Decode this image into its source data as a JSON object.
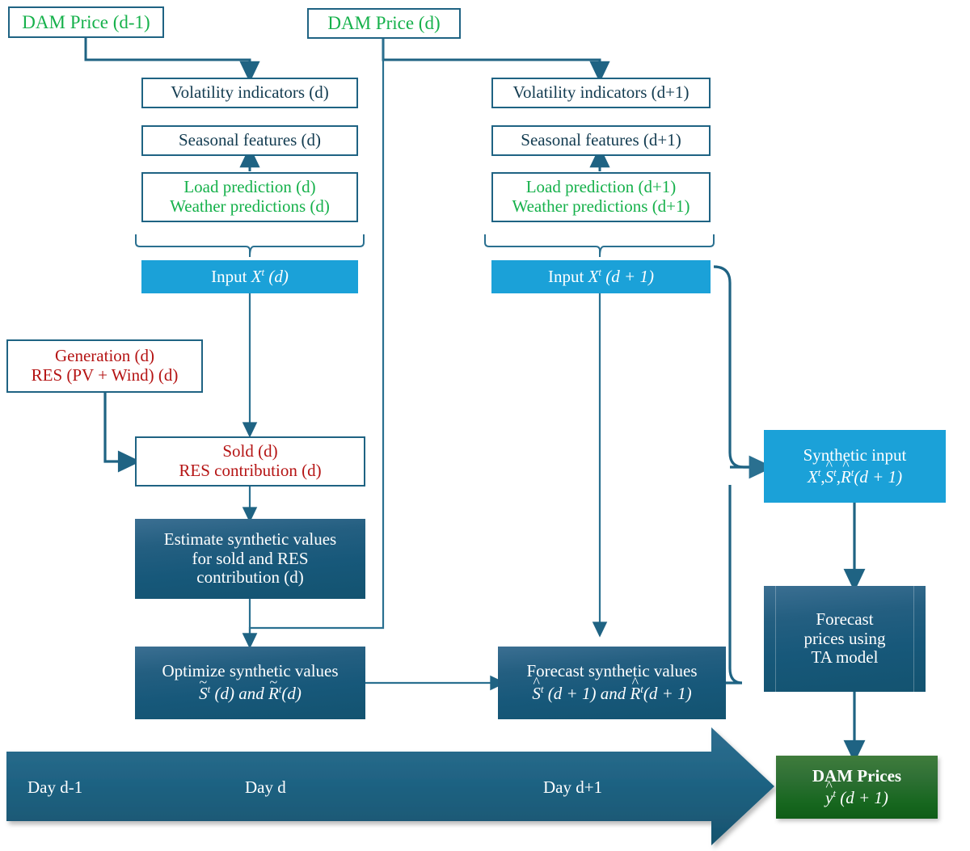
{
  "title": "DAM price forecasting pipeline with synthetic inputs",
  "colors": {
    "teal_border": "#1F6383",
    "cyan_fill": "#1BA1D8",
    "dark_fill": "#17587A",
    "green_text": "#16B14B",
    "red_text": "#B51414",
    "green_box": "#17671F",
    "arrow": "#1F6383"
  },
  "inputs": {
    "dam_price_prev": "DAM Price (d-1)",
    "dam_price_d": "DAM Price (d)"
  },
  "day_d_features": {
    "volatility": "Volatility indicators (d)",
    "seasonal": "Seasonal features (d)",
    "load": "Load prediction (d)",
    "weather": "Weather predictions (d)",
    "input_label": "Input",
    "input_var": "X",
    "input_sup": "t",
    "input_arg": "(d)"
  },
  "day_d1_features": {
    "volatility": "Volatility indicators (d+1)",
    "seasonal": "Seasonal features (d+1)",
    "load": "Load prediction (d+1)",
    "weather": "Weather predictions (d+1)",
    "input_label": "Input",
    "input_var": "X",
    "input_sup": "t",
    "input_arg": "(d + 1)"
  },
  "generation": {
    "line1": "Generation (d)",
    "line2": "RES (PV + Wind) (d)"
  },
  "sold": {
    "line1": "Sold (d)",
    "line2": "RES contribution (d)"
  },
  "estimate": {
    "line1": "Estimate synthetic values",
    "line2": "for sold and RES",
    "line3": "contribution (d)"
  },
  "optimize": {
    "line1": "Optimize synthetic values",
    "math_prefix": "S",
    "math_sup": "t",
    "math_mid": " (d) and ",
    "math2": "R",
    "math2_sup": "t",
    "math_suffix": "(d)",
    "tilde": "~"
  },
  "forecast_synth": {
    "line1": "Forecast synthetic values",
    "math_prefix": "S",
    "math_sup": "t",
    "math_mid": " (d + 1) and ",
    "math2": "R",
    "math2_sup": "t",
    "math_suffix": "(d + 1)",
    "hat": "^"
  },
  "synthetic_input": {
    "line1": "Synthetic input",
    "x": "X",
    "x_sup": "t",
    "s": "S",
    "s_sup": "t",
    "r": "R",
    "r_sup": "t",
    "arg": "(d + 1)",
    "sep1": ",",
    "sep2": ","
  },
  "forecast_prices": {
    "line1": "Forecast",
    "line2": "prices using",
    "line3": "TA model"
  },
  "output": {
    "line1": "DAM Prices",
    "math": "y",
    "math_sup": "t",
    "arg": "(d + 1)"
  },
  "timeline": {
    "labels": [
      "Day d-1",
      "Day d",
      "Day d+1"
    ]
  }
}
